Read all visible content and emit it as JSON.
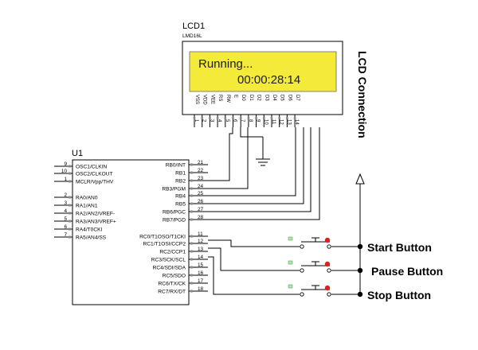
{
  "lcd": {
    "ref": "LCD1",
    "part": "LMD16L",
    "line1": "Running...",
    "line2": "00:00:28:14",
    "screen_color": "#f4ea3a",
    "pins": [
      {
        "name": "VSS",
        "num": "1"
      },
      {
        "name": "VDD",
        "num": "2"
      },
      {
        "name": "VEE",
        "num": "3"
      },
      {
        "name": "RS",
        "num": "4"
      },
      {
        "name": "RW",
        "num": "5"
      },
      {
        "name": "E",
        "num": "6"
      },
      {
        "name": "D0",
        "num": "7"
      },
      {
        "name": "D1",
        "num": "8"
      },
      {
        "name": "D2",
        "num": "9"
      },
      {
        "name": "D3",
        "num": "10"
      },
      {
        "name": "D4",
        "num": "11"
      },
      {
        "name": "D5",
        "num": "12"
      },
      {
        "name": "D6",
        "num": "13"
      },
      {
        "name": "D7",
        "num": "14"
      }
    ]
  },
  "lcd_connection_label": "LCD Connection",
  "mcu": {
    "ref": "U1",
    "left_pins": [
      {
        "num": "9",
        "name": "OSC1/CLKIN"
      },
      {
        "num": "10",
        "name": "OSC2/CLKOUT"
      },
      {
        "num": "1",
        "name": "MCLR/Vpp/THV"
      },
      {
        "num": "2",
        "name": "RA0/AN0"
      },
      {
        "num": "3",
        "name": "RA1/AN1"
      },
      {
        "num": "4",
        "name": "RA2/AN2/VREF-"
      },
      {
        "num": "5",
        "name": "RA3/AN3/VREF+"
      },
      {
        "num": "6",
        "name": "RA4/T0CKI"
      },
      {
        "num": "7",
        "name": "RA5/AN4/SS"
      }
    ],
    "right_pins": [
      {
        "num": "21",
        "name": "RB0/INT"
      },
      {
        "num": "22",
        "name": "RB1"
      },
      {
        "num": "23",
        "name": "RB2"
      },
      {
        "num": "24",
        "name": "RB3/PGM"
      },
      {
        "num": "25",
        "name": "RB4"
      },
      {
        "num": "26",
        "name": "RB5"
      },
      {
        "num": "27",
        "name": "RB6/PGC"
      },
      {
        "num": "28",
        "name": "RB7/PGD"
      },
      {
        "num": "11",
        "name": "RC0/T1OSO/T1CKI"
      },
      {
        "num": "12",
        "name": "RC1/T1OSI/CCP2"
      },
      {
        "num": "13",
        "name": "RC2/CCP1"
      },
      {
        "num": "14",
        "name": "RC3/SCK/SCL"
      },
      {
        "num": "15",
        "name": "RC4/SDI/SDA"
      },
      {
        "num": "16",
        "name": "RC5/SDO"
      },
      {
        "num": "17",
        "name": "RC6/TX/CK"
      },
      {
        "num": "18",
        "name": "RC7/RX/DT"
      }
    ]
  },
  "buttons": [
    {
      "label": "Start Button"
    },
    {
      "label": "Pause Button"
    },
    {
      "label": "Stop Button"
    }
  ]
}
